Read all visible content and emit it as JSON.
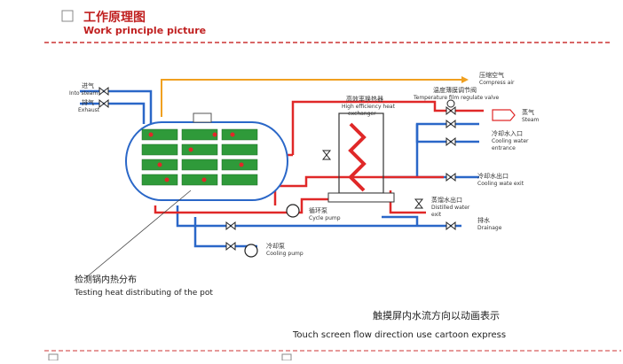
{
  "header": {
    "title_cn": "工作原理图",
    "title_en": "Work principle picture"
  },
  "labels": {
    "steam_in_cn": "进气",
    "steam_in_en": "Into steam",
    "exhaust_cn": "排气",
    "exhaust_en": "Exhaust",
    "compress_air_cn": "压缩空气",
    "compress_air_en": "Compress air",
    "temp_valve_cn": "温度薄膜调节阀",
    "temp_valve_en": "Temperature film regulate valve",
    "steam_cn": "蒸气",
    "steam_en": "Steam",
    "hx_cn": "高效率换热器",
    "hx_en1": "High efficiency heat",
    "hx_en2": "exchanger",
    "cool_in_cn": "冷却水入口",
    "cool_in_en1": "Cooling water",
    "cool_in_en2": "entrance",
    "cool_out_cn": "冷却水出口",
    "cool_out_en": "Cooling wate exit",
    "distilled_cn": "蒸馏水出口",
    "distilled_en1": "Distilled water",
    "distilled_en2": "exit",
    "drain_cn": "排水",
    "drain_en": "Drainage",
    "cycle_cn": "循环泵",
    "cycle_en": "Cycle pump",
    "cool_pump_cn": "冷却泵",
    "cool_pump_en": "Cooling pump",
    "testing_cn": "检测锅内热分布",
    "testing_en": "Testing heat distributing of the pot",
    "touch_cn": "触摸屏内水流方向以动画表示",
    "touch_en": "Touch screen flow direction use cartoon express"
  },
  "colors": {
    "steam_line": "#e02828",
    "water_line": "#2a67c8",
    "air_line": "#f0a020",
    "tray_green": "#2f9a3a",
    "title_red": "#c02020"
  }
}
